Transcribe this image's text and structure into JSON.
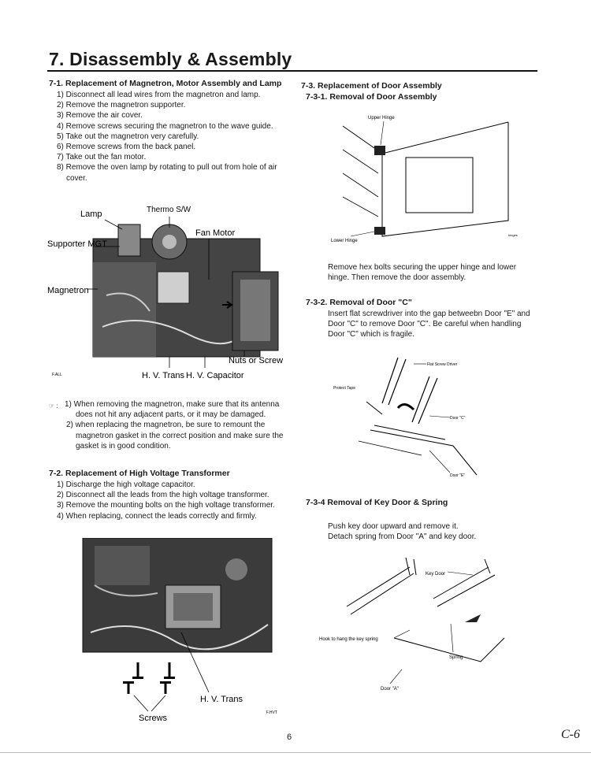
{
  "page": {
    "title": "7. Disassembly & Assembly",
    "page_number": "6",
    "margin_mark": "C-6"
  },
  "sec_7_1": {
    "heading": "7-1. Replacement of Magnetron, Motor Assembly and Lamp",
    "steps": [
      "1) Disconnect all lead wires from the magnetron and lamp.",
      "2) Remove the magnetron supporter.",
      "3) Remove the air cover.",
      "4) Remove screws securing the magnetron to the wave guide.",
      "5) Take out the magnetron very carefully.",
      "6) Remove screws from the back panel.",
      "7) Take out the fan motor.",
      "8) Remove the oven lamp by rotating to pull out from hole of air",
      "cover."
    ],
    "figure": {
      "lamp": "Lamp",
      "thermo": "Thermo S/W",
      "supporter": "Supporter MGT",
      "fan_motor": "Fan Motor",
      "magnetron": "Magnetron",
      "nuts": "Nuts or Screw",
      "hv_trans": "H. V. Trans",
      "hv_cap": "H. V. Capacitor",
      "fig_code": "F.ALL"
    },
    "note_mark": "☞ :",
    "notes": [
      "1) When removing the magnetron, make sure that its antenna",
      "does not hit any adjacent parts, or it may be damaged.",
      "2) when replacing the magnetron, be sure to remount the",
      "magnetron gasket in the correct position and make sure the",
      "gasket is in good condition."
    ]
  },
  "sec_7_2": {
    "heading": "7-2. Replacement of High Voltage Transformer",
    "steps": [
      "1) Discharge the high voltage capacitor.",
      "2) Disconnect all the leads from the high voltage transformer.",
      "3) Remove the mounting bolts on the high voltage transformer.",
      "4) When replacing, connect the leads correctly and firmly."
    ],
    "figure": {
      "hv_trans": "H. V. Trans",
      "screws": "Screws",
      "fig_code": "F.HVT"
    }
  },
  "sec_7_3": {
    "heading": "7-3. Replacement of Door Assembly",
    "sub1_heading": "7-3-1. Removal of Door Assembly",
    "fig1": {
      "upper_hinge": "Upper Hinge",
      "lower_hinge": "Lower Hinge",
      "code": "hinges"
    },
    "sub1_text": [
      "Remove hex bolts securing the upper hinge and lower",
      "hinge. Then remove the door assembly."
    ],
    "sub2_heading": "7-3-2. Removal of Door \"C\"",
    "sub2_text": [
      "Insert flat screwdriver into the gap betweebn Door \"E\" and",
      "Door \"C\" to remove Door \"C\". Be careful when handling",
      "Door \"C\" which is fragile."
    ],
    "fig2": {
      "screwdriver": "Flat Screw Driver",
      "protect_tape": "Protect Tape",
      "door_c": "Door \"C\"",
      "door_e": "Door \"E\""
    },
    "sub4_heading": "7-3-4 Removal of Key Door & Spring",
    "sub4_text": [
      "Push key door upward and remove it.",
      "Detach spring from Door \"A\" and key door."
    ],
    "fig4": {
      "key_door": "Key Door",
      "hook": "Hook to hang the key spring",
      "spring": "Spring",
      "door_a": "Door \"A\""
    }
  }
}
